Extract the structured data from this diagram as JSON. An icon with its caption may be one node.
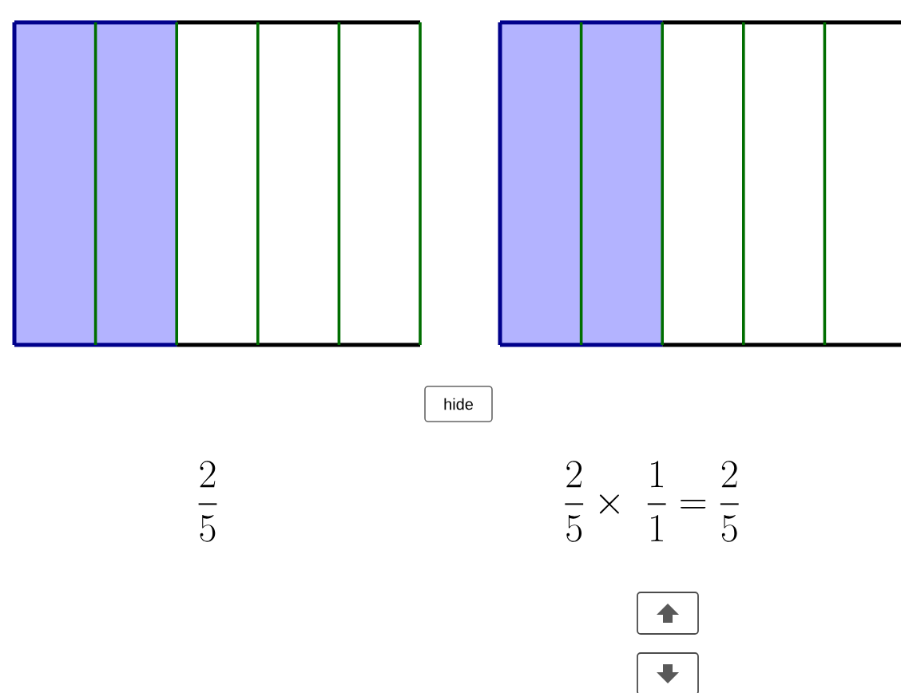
{
  "diagram": {
    "labels": [
      "hide",
      "\\frac{2}{5}",
      "\\frac{2}{5}\\times\\ \\frac{1}{1}=\\frac{2}{5}"
    ]
  }
}
